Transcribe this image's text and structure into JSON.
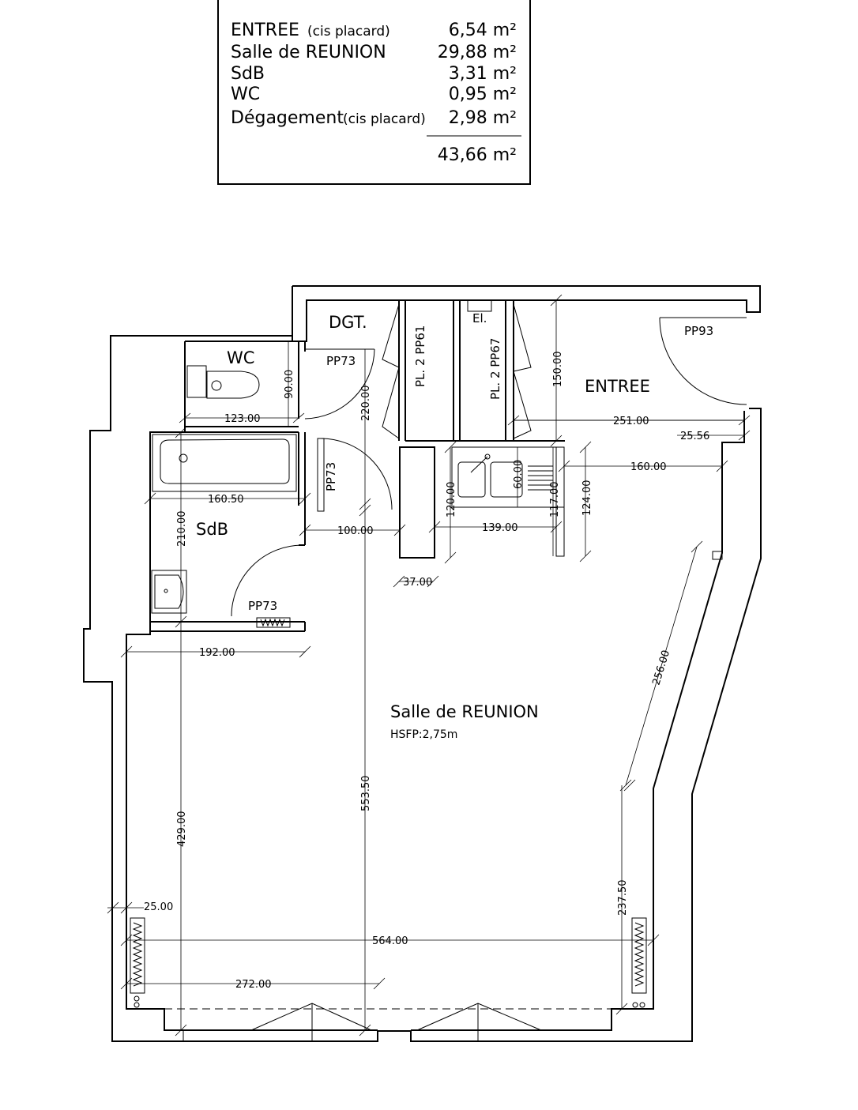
{
  "summary": {
    "rows": [
      {
        "name": "ENTREE",
        "note": "(cis placard)",
        "area": "6,54 m²"
      },
      {
        "name": "Salle de REUNION",
        "note": "",
        "area": "29,88 m²"
      },
      {
        "name": "SdB",
        "note": "",
        "area": "3,31 m²"
      },
      {
        "name": "WC",
        "note": "",
        "area": "0,95 m²"
      },
      {
        "name": "Dégagement",
        "note": "(cis placard)",
        "area": "2,98 m²"
      }
    ],
    "total": "43,66 m²"
  },
  "rooms": {
    "dgt": "DGT.",
    "wc": "WC",
    "sdb": "SdB",
    "entree": "ENTREE",
    "salle": "Salle de REUNION",
    "hsfp": "HSFP:2,75m",
    "el": "El.",
    "pl61": "PL. 2 PP61",
    "pl67": "PL. 2 PP67"
  },
  "doors": {
    "pp73_dgt": "PP73",
    "pp73_sdb_vertical": "PP73",
    "pp73_sdb_bottom": "PP73",
    "pp93": "PP93"
  },
  "dimensions": {
    "d123": "123.00",
    "d90": "90.00",
    "d220": "220.00",
    "d150": "150.00",
    "d251": "251.00",
    "d25_56": "25.56",
    "d160": "160.00",
    "d160_50": "160.50",
    "d210": "210.00",
    "d100": "100.00",
    "d120": "120.00",
    "d139": "139.00",
    "d60": "60.00",
    "d117": "117.00",
    "d124": "124.00",
    "d37": "37.00",
    "d192": "192.00",
    "d256": "256.00",
    "d553_50": "553.50",
    "d429": "429.00",
    "d237_50": "237.50",
    "d25": "25.00",
    "d564": "564.00",
    "d272": "272.00"
  }
}
